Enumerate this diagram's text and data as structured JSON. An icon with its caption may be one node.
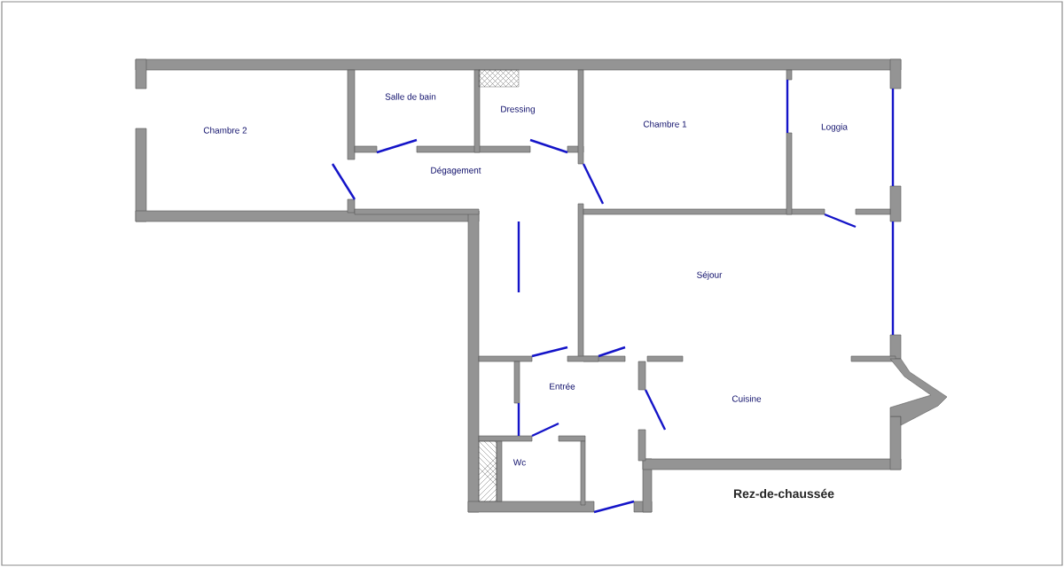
{
  "diagram": {
    "labels": [
      "Chambre 2",
      "Salle de bain",
      "Dressing",
      "Chambre 1",
      "Loggia",
      "Dégagement",
      "Séjour",
      "Entrée",
      "Cuisine",
      "Wc",
      "Rez-de-chaussée"
    ]
  }
}
